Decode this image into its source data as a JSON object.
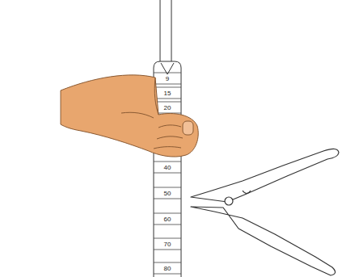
{
  "diagram": {
    "labels": [
      "9",
      "15",
      "20",
      "40",
      "50",
      "60",
      "70",
      "80"
    ]
  }
}
